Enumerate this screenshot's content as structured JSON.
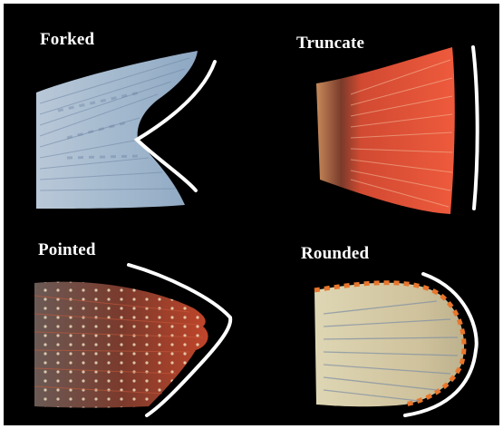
{
  "panels": [
    {
      "id": "forked",
      "label": "Forked",
      "fin_color": "#9fb6cc",
      "ray_color": "#6f86a3"
    },
    {
      "id": "truncate",
      "label": "Truncate",
      "fin_color": "#e2553a",
      "ray_color": "#f0b08e"
    },
    {
      "id": "pointed",
      "label": "Pointed",
      "fin_color": "#8a3a2c",
      "ray_color": "#c85a3a"
    },
    {
      "id": "rounded",
      "label": "Rounded",
      "fin_color": "#cfc29c",
      "ray_color": "#7d8ea3"
    }
  ],
  "colors": {
    "background": "#000000",
    "label": "#ffffff",
    "outline": "#ffffff",
    "edge_orange": "#e8762c"
  }
}
